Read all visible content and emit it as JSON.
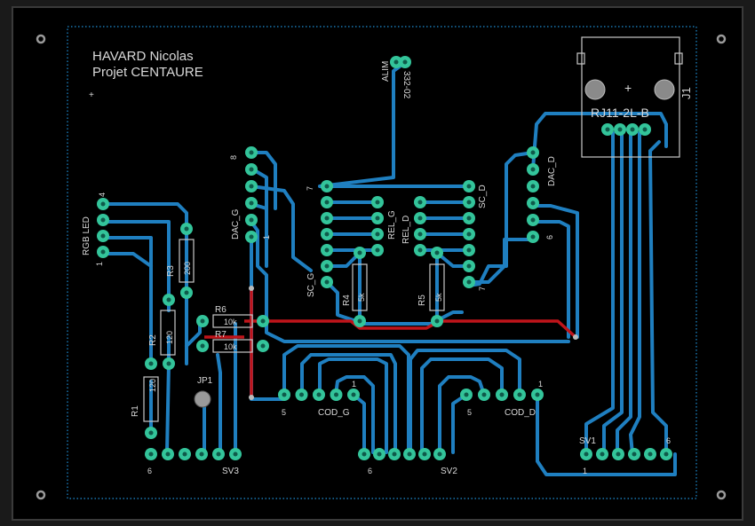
{
  "colors": {
    "board": "#000000",
    "frame": "#1c1c1c",
    "trace_blue": "#1f7fc0",
    "trace_red": "#c0141a",
    "pad": "#33c49a",
    "silk": "#d9d9d9",
    "outline_dots": "#1f8fd6"
  },
  "author": {
    "line1": "HAVARD Nicolas",
    "line2": "Projet CENTAURE"
  },
  "labels": {
    "alim": "ALIM",
    "alim_part": "332-02",
    "j1": "J1",
    "rj11": "RJ11-2L-B",
    "rgb_led": "RGB LED",
    "rgb_pin1": "1",
    "rgb_pin4": "4",
    "dac_g": "DAC_G",
    "dac_g_pin8": "8",
    "dac_g_pin1": "1",
    "dac_d": "DAC_D",
    "dac_d_pin6": "6",
    "sc_g": "SC_G",
    "sc_g_pin7": "7",
    "sc_d": "SC_D",
    "sc_d_pin7": "7",
    "rel_g": "REL_G",
    "rel_d": "REL_D",
    "r1": "R1",
    "r1_val": "120",
    "r2": "R2",
    "r2_val": "120",
    "r3": "R3",
    "r3_val": "200",
    "r4": "R4",
    "r4_val": "5k",
    "r5": "R5",
    "r5_val": "5k",
    "r6": "R6",
    "r6_val": "10k",
    "r7": "R7",
    "r7_val": "10k",
    "jp1": "JP1",
    "cod_g": "COD_G",
    "cod_g_pin5": "5",
    "cod_g_pin1": "1",
    "cod_d": "COD_D",
    "cod_d_pin5": "5",
    "cod_d_pin1": "1",
    "sv1": "SV1",
    "sv1_pin1": "1",
    "sv1_pin6": "6",
    "sv2": "SV2",
    "sv2_pin6": "6",
    "sv3": "SV3",
    "sv3_pin6": "6"
  }
}
